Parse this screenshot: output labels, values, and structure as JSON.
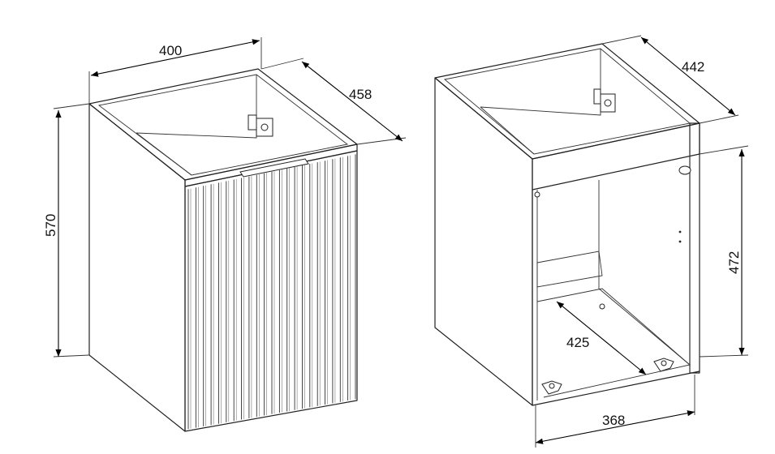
{
  "dimensions": {
    "closed_width": "400",
    "closed_depth": "458",
    "closed_height": "570",
    "open_depth": "442",
    "open_inner_height": "472",
    "open_inner_depth": "425",
    "open_inner_width": "368"
  },
  "colors": {
    "line": "#222222",
    "background": "#ffffff"
  }
}
